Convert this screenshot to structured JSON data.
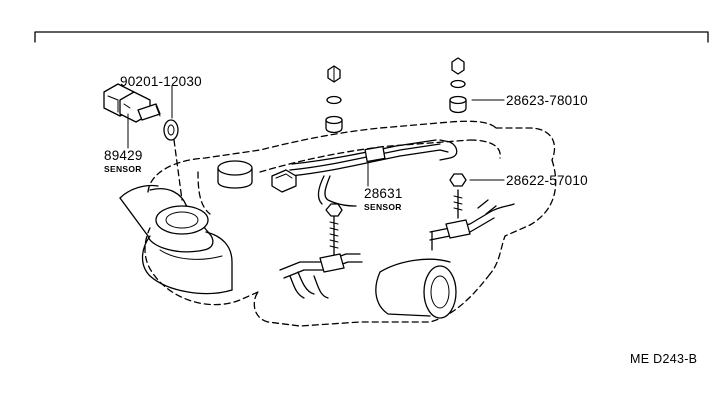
{
  "callouts": {
    "sensor_washer": {
      "part_number": "90201-12030"
    },
    "coolant_sensor": {
      "part_number": "89429",
      "label": "SENSOR"
    },
    "harness_sensor": {
      "part_number": "28631",
      "label": "SENSOR"
    },
    "grommet": {
      "part_number": "28623-78010"
    },
    "nut": {
      "part_number": "28622-57010"
    }
  },
  "diagram_code": "ME D243-B"
}
